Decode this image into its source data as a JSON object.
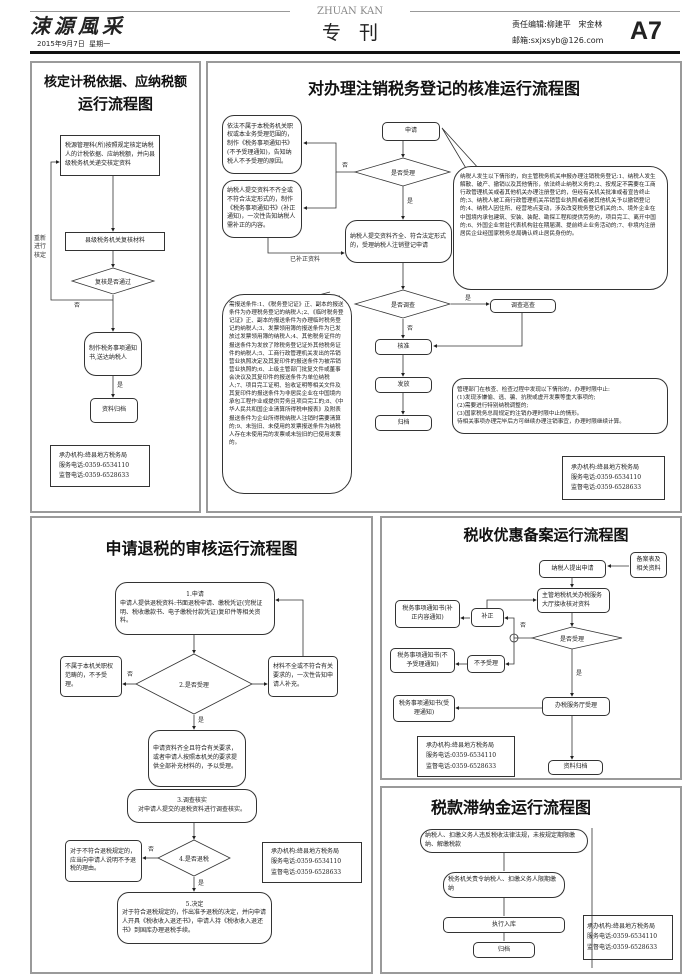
{
  "header": {
    "logo": "涑源風采",
    "date": "2015年9月7日  星期一",
    "section_en": "ZHUAN KAN",
    "section_cn": "专   刊",
    "editors": "责任编辑:柳建平   宋金林",
    "email": "邮箱:sxjxsyb@126.com",
    "page": "A7"
  },
  "contact": {
    "org": "承办机构:绛县地方税务局",
    "service": "服务电话:0359-6534110",
    "supervise": "监督电话:0359-6528633"
  },
  "p1": {
    "title1": "核定计税依据、应纳税额",
    "title2": "运行流程图",
    "box1": "税源管理科(所)按照规定核定纳税人的计税依据、应纳税额，并向县级税务机关递交核定资料",
    "box2": "县级税务机关复核材料",
    "diamond": "复核是否通过",
    "no": "否",
    "loop": "重新进行核定",
    "box3": "制作税务事项通知书,送达纳税人",
    "yes": "是",
    "box4": "资料归档"
  },
  "p2": {
    "title": "对办理注销税务登记的核准运行流程图",
    "left1": "依法不属于本税务机关职权或本业务受理范围的，制作《税务事项通知书》(不予受理通知)，告知纳税人不予受理的原因。",
    "left2": "纳税人提交资料不齐全或不符合法定形式的，制作《税务事项通知书》(补正通知)，一次性告知纳税人需补正的内容。",
    "apply": "申请",
    "d1": "是否受理",
    "no": "否",
    "yes": "是",
    "accept": "纳税人提交资料齐全、符合法定形式的，受理纳税人注销登记申请",
    "supplement": "已补正资料",
    "bubble_right": "纳税人发生以下情形的，向主管税务机关申报办理注销税务登记:1、纳税人发生解散、破产、撤销以及其他情形，依法终止纳税义务的;2、按规定不需要在工商行政管理机关或者其他机关办理注册登记的，但经有关机关批准或者宣告终止的;3、纳税人被工商行政管理机关吊销营业执照或者被其他机关予以撤销登记的;4、纳税人因住所、经营地点变动，涉及改变税务登记机关的;5、境外企业在中国境内承包建筑、安装、装配、勘探工程和提供劳务的，项目完工、离开中国的;6、外国企业常驻代表机构驻在期届满、提前终止业务活动的;7、非境内注册居民企业经国家税务总局确认终止居民身份的。",
    "bubble_left": "需报送条件:1、《税务登记证》正、副本的报送条件为办理税务登记的纳税人;2、《临时税务登记证》正、副本的报送条件为办理临时税务登记的纳税人;3、发票领用簿的报送条件为已发放过发票领用簿的纳税人;4、其他税务证件的报送条件为发放了除税务登记证外其他税务证件的纳税人;5、工商行政管理机关发出的吊销营业执照决定及其复印件的报送条件为被吊销营业执照的;6、上级主管部门批复文件或董事会决议及其复印件的报送条件为单位纳税人;7、项目完工证明、验收证明等相关文件及其复印件的报送条件为非居民企业在中国境内承包工程作业或提供劳务且项目完工的;8、《中华人民共和国企业清算所得税申报表》及附表报送条件为企业所得税纳税人注销时需要清算的;9、未验旧、未使用的发票报送条件为纳税人存在未使用完的发票或未验旧的已使用发票的。",
    "d2": "是否调查",
    "investigate": "调查巡查",
    "approve": "核准",
    "issue": "发放",
    "archive": "归档",
    "note": [
      "管理部门在核查、检查过程中发现以下情形的，办理时限中止:",
      "(1)发现涉嫌偷、逃、骗、抗税或虚开发票等重大事项的;",
      "(2)需要进行特别纳税调整的;",
      "(3)国家税务总局规定的注销办理时限中止的情形。",
      "待相关事项办理完毕后方可继续办理注销事宜，办理时限继续计算。"
    ]
  },
  "p3": {
    "title": "申请退税的审核运行流程图",
    "step1_title": "1.申请",
    "step1": "申请人提供退税资料:书面退税申请、缴税凭证(完税证明、税收缴款书、电子缴税付款凭证)复印件等相关资料。",
    "d2": "2.是否受理",
    "no": "否",
    "yes": "是",
    "reject": "不属于本机关职权范畴的，不予受理。",
    "incomplete": "材料不全或不符合有关要求的，一次性告知申请人补充。",
    "accepted": "申请资料齐全且符合有关要求，或者申请人按照本机关的要求提供全部补充材料的，予以受理。",
    "step3_title": "3.调查核实",
    "step3": "对申请人提交的退税资料进行调查核实。",
    "d4": "4.是否退税",
    "refuse": "对于不符合退税规定的，应当向申请人说明不予退税的理由。",
    "step5_title": "5.决定",
    "step5": "对于符合退税规定的，作出准予退税的决定，并向申请人开具《税收收入退还书》，申请人持《税收收入退还书》到国库办理退税手续。"
  },
  "p4": {
    "title": "税收优惠备案运行流程图",
    "apply": "纳税人提出申请",
    "materials": "备案表及相关资料",
    "hall": "主管地税机关办税服务大厅接收核对资料",
    "correct": "补正",
    "notice1": "税务事项通知书(补正内容通知)",
    "d": "是否受理",
    "no": "否",
    "yes": "是",
    "not_accept": "不予受理",
    "notice2": "税务事项通知书(不予受理通知)",
    "accept": "办税服务厅受理",
    "notice3": "税务事项通知书(受理通知)",
    "archive": "资料归档"
  },
  "p5": {
    "title": "税款滞纳金运行流程图",
    "box1": "纳税人、扣缴义务人违反税收法律法规，未按规定期限缴纳、解缴税款",
    "box2": "税务机关责令纳税人、扣缴义务人限期缴纳",
    "box3": "执行入库",
    "box4": "归档"
  }
}
